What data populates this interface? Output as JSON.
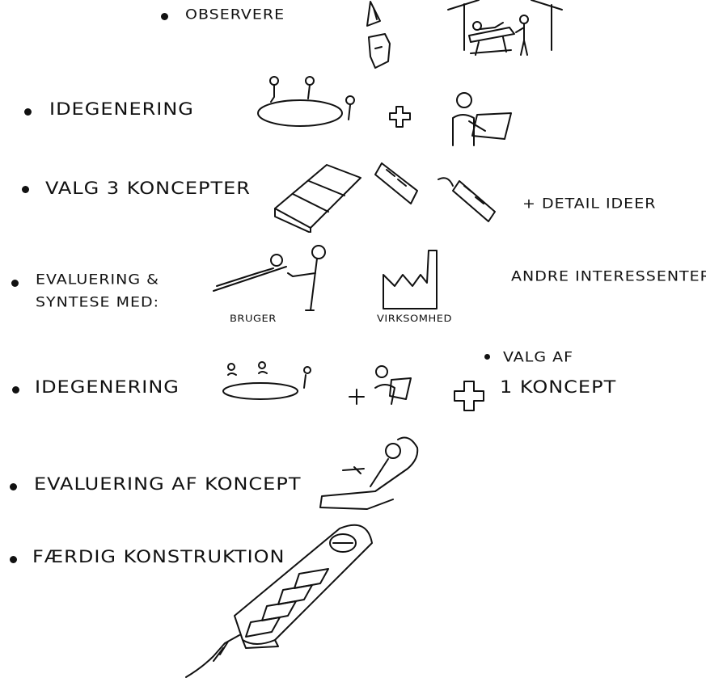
{
  "steps": [
    {
      "label": "OBSERVERE"
    },
    {
      "label": "IDEGENERING"
    },
    {
      "label": "VALG 3 KONCEPTER"
    },
    {
      "label_line1": "EVALUERING &",
      "label_line2": "SYNTESE MED:"
    },
    {
      "label": "IDEGENERING"
    },
    {
      "label": "EVALUERING AF KONCEPT"
    },
    {
      "label": "FÆRDIG KONSTRUKTION"
    }
  ],
  "annotations": {
    "detail": "+ DETAIL IDEER",
    "bruger": "BRUGER",
    "virksomhed": "VIRKSOMHED",
    "andre": "ANDRE INTERESSENTER",
    "valg_line1": "VALG AF",
    "valg_line2": "1 KONCEPT"
  },
  "icons": [
    "observation-icon",
    "hospital-bed-scene-icon",
    "meeting-table-icon",
    "plus-icon",
    "person-with-paper-icon",
    "mattress-concept-icon",
    "remote-concept-icon",
    "user-in-bed-icon",
    "factory-icon",
    "remote-control-final-icon"
  ]
}
